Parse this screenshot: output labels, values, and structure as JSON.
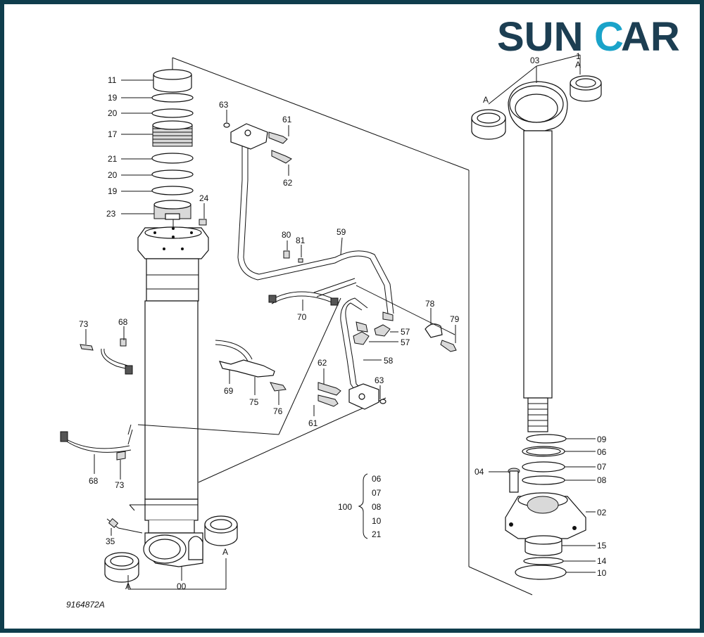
{
  "brand": {
    "name_left": "SUN",
    "name_c": "C",
    "name_right": "AR",
    "color_dark": "#1c3e52",
    "color_accent": "#1aa3c9"
  },
  "drawing_id": "9164872A",
  "assembly": {
    "number": "100",
    "members": [
      "06",
      "07",
      "08",
      "10",
      "21"
    ]
  },
  "callouts": {
    "p11": "11",
    "p19a": "19",
    "p20a": "20",
    "p17": "17",
    "p21": "21",
    "p20b": "20",
    "p19b": "19",
    "p23": "23",
    "p24": "24",
    "p63a": "63",
    "p61a": "61",
    "p62a": "62",
    "p80": "80",
    "p81": "81",
    "p59": "59",
    "p70": "70",
    "p78": "78",
    "p79": "79",
    "p57a": "57",
    "p57b": "57",
    "p58": "58",
    "p73a": "73",
    "p68a": "68",
    "p69": "69",
    "p75": "75",
    "p76": "76",
    "p62b": "62",
    "p63b": "63",
    "p61b": "61",
    "p68b": "68",
    "p73b": "73",
    "p35": "35",
    "pA1": "A",
    "pA2": "A",
    "p00": "00",
    "p03": "03",
    "pA3": "A",
    "pA4": "A",
    "p09": "09",
    "p06": "06",
    "p07": "07",
    "p08": "08",
    "p04": "04",
    "p02": "02",
    "p15": "15",
    "p14": "14",
    "p10": "10",
    "p1": "1"
  }
}
